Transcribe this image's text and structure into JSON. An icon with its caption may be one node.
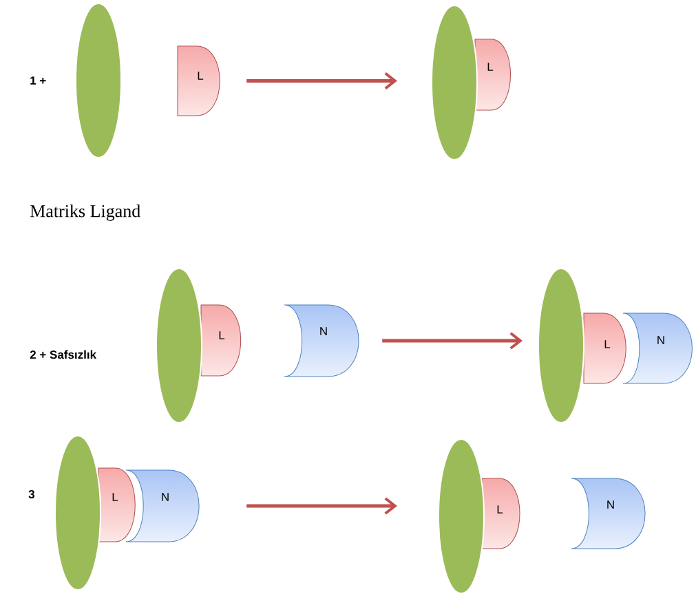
{
  "diagram": {
    "nodes": [
      {
        "text": [],
        "shape": "ellipse"
      },
      {
        "text": [
          "L"
        ]
      },
      {
        "text": [],
        "shape": "ellipse"
      },
      {
        "text": [
          "L"
        ]
      },
      {
        "text": [],
        "shape": "ellipse"
      },
      {
        "text": [
          "L"
        ]
      },
      {
        "text": [
          "N"
        ]
      },
      {
        "text": [],
        "shape": "ellipse"
      },
      {
        "text": [
          "L"
        ]
      },
      {
        "text": [
          "N"
        ]
      },
      {
        "text": [],
        "shape": "ellipse"
      },
      {
        "text": [
          "L"
        ]
      },
      {
        "text": [
          "N"
        ]
      },
      {
        "text": [],
        "shape": "ellipse"
      },
      {
        "text": [
          "L"
        ]
      },
      {
        "text": [
          "N"
        ]
      }
    ],
    "edges": [
      {
        "from": 1,
        "to": 2,
        "arrow": "to"
      },
      {
        "from": 6,
        "to": 7,
        "arrow": "to"
      },
      {
        "from": 12,
        "to": 13,
        "arrow": "to"
      }
    ],
    "labels": [
      "1 +",
      "Matriks Ligand",
      "2  + Safsızlık",
      "3"
    ]
  }
}
